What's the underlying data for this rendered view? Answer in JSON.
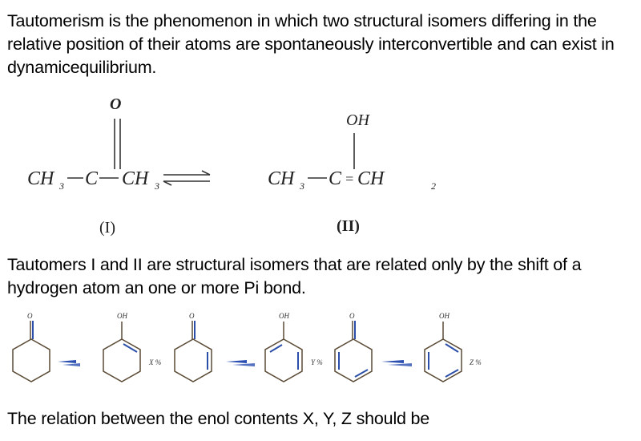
{
  "paragraphs": {
    "intro": "Tautomerism is the phenomenon in which two structural isomers differing in the relative position of their atoms are spontaneously interconvertible and can exist in dynamicequilibrium.",
    "tautomers": "Tautomers I and II are structural isomers that are related only by the shift of a hydrogen atom an one or more Pi bond.",
    "question": "The relation between the enol contents X, Y, Z should be"
  },
  "diagram1": {
    "left": {
      "top_atom": "O",
      "ch3_left": "CH",
      "sub_left": "3",
      "center": "C",
      "ch3_right": "CH",
      "sub_right": "3",
      "label": "(I)"
    },
    "right": {
      "top_atom": "OH",
      "ch3_left": "CH",
      "sub_left": "3",
      "center": "C",
      "bond": "=",
      "ch2": "CH",
      "sub_ch2": "2",
      "label": "(II)"
    }
  },
  "diagram2": {
    "keto_label": "O",
    "enol_label": "OH",
    "percent_labels": [
      "X %",
      "Y %",
      "Z %"
    ]
  }
}
